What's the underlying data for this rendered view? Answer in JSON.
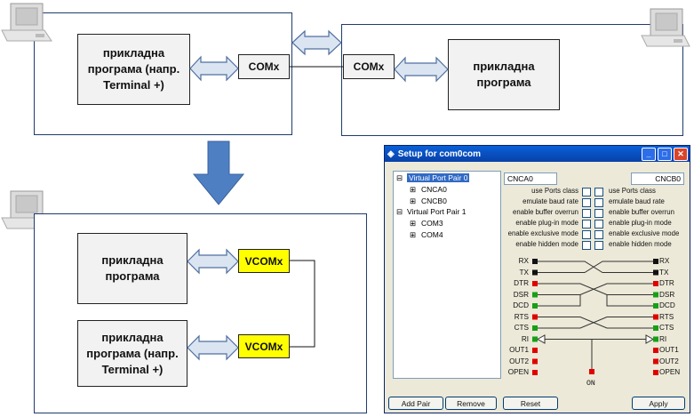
{
  "top_left_app": {
    "line1": "прикладна",
    "line2": "програма (напр.",
    "line3": "Terminal +)"
  },
  "top_left_port": "COMx",
  "top_right_port": "COMx",
  "top_right_app": {
    "line1": "прикладна",
    "line2": "програма"
  },
  "bottom_app1": {
    "line1": "прикладна",
    "line2": "програма"
  },
  "bottom_app2": {
    "line1": "прикладна",
    "line2": "програма (напр.",
    "line3": "Terminal +)"
  },
  "bottom_port1": "VCOMx",
  "bottom_port2": "VCOMx",
  "colors": {
    "frame": "#1f3b6e",
    "arrow_fill": "#dbe5f1",
    "arrow_stroke": "#4f6fa0",
    "down_arrow": "#4f7fc3",
    "vcom": "#ffff00"
  },
  "dialog": {
    "title": "Setup for com0com",
    "tree": {
      "pair0": "Virtual Port Pair 0",
      "pair0_a": "CNCA0",
      "pair0_b": "CNCB0",
      "pair1": "Virtual Port Pair 1",
      "pair1_a": "COM3",
      "pair1_b": "COM4"
    },
    "left_name": "CNCA0",
    "right_name": "CNCB0",
    "options_left": [
      "use Ports class",
      "emulate baud rate",
      "enable buffer overrun",
      "enable plug-in mode",
      "enable exclusive mode",
      "enable hidden mode"
    ],
    "options_right": [
      "use Ports class",
      "emulate baud rate",
      "enable buffer overrun",
      "enable plug-in mode",
      "enable exclusive mode",
      "enable hidden mode"
    ],
    "signals": [
      "RX",
      "TX",
      "DTR",
      "DSR",
      "DCD",
      "RTS",
      "CTS",
      "RI",
      "OUT1",
      "OUT2",
      "OPEN"
    ],
    "on_label": "ON",
    "buttons": {
      "add_pair": "Add Pair",
      "remove": "Remove",
      "reset": "Reset",
      "apply": "Apply"
    }
  }
}
